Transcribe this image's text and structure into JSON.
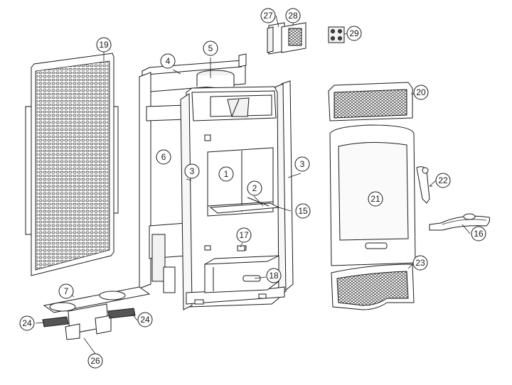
{
  "diagram": {
    "kind": "exploded parts view",
    "colors": {
      "line": "#1a1a1a",
      "fill": "#ffffff",
      "panel": "#f2f2f2",
      "mesh": "#3a3a3a"
    },
    "callouts": [
      {
        "id": "c1",
        "label": "1"
      },
      {
        "id": "c2",
        "label": "2"
      },
      {
        "id": "c3a",
        "label": "3"
      },
      {
        "id": "c3b",
        "label": "3"
      },
      {
        "id": "c4",
        "label": "4"
      },
      {
        "id": "c5",
        "label": "5"
      },
      {
        "id": "c6",
        "label": "6"
      },
      {
        "id": "c7",
        "label": "7"
      },
      {
        "id": "c15",
        "label": "15"
      },
      {
        "id": "c16",
        "label": "16"
      },
      {
        "id": "c17",
        "label": "17"
      },
      {
        "id": "c18",
        "label": "18"
      },
      {
        "id": "c19",
        "label": "19"
      },
      {
        "id": "c20",
        "label": "20"
      },
      {
        "id": "c21",
        "label": "21"
      },
      {
        "id": "c22",
        "label": "22"
      },
      {
        "id": "c23",
        "label": "23"
      },
      {
        "id": "c24a",
        "label": "24"
      },
      {
        "id": "c24b",
        "label": "24"
      },
      {
        "id": "c26",
        "label": "26"
      },
      {
        "id": "c27",
        "label": "27"
      },
      {
        "id": "c28",
        "label": "28"
      },
      {
        "id": "c29",
        "label": "29"
      }
    ]
  }
}
